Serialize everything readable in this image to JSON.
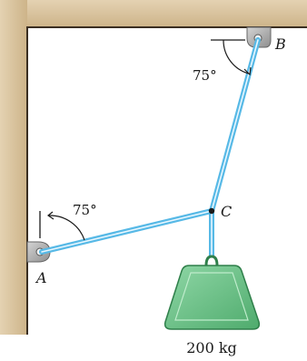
{
  "diagram": {
    "labels": {
      "point_a": "A",
      "point_b": "B",
      "point_c": "C"
    },
    "angles": {
      "at_a": "75°",
      "at_b": "75°"
    },
    "load": {
      "mass_label": "200 kg"
    },
    "colors": {
      "wall": "#d8c39f",
      "wall_edge": "#3a2e22",
      "cable": "#57b9e6",
      "cable_core": "#e8f7ff",
      "block_fill": "#68c286",
      "block_edge": "#2f7f4a",
      "bracket": "#a9a9a9"
    }
  }
}
